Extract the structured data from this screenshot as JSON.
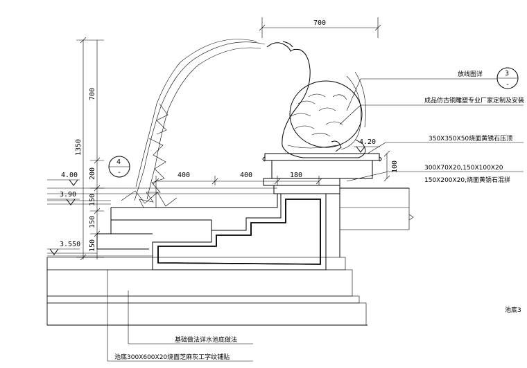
{
  "dimensions": {
    "top_width": "700",
    "sculpture_height": "700",
    "total_height": "1350",
    "base_height": "200",
    "step_a": "150",
    "step_b": "150",
    "step_c": "150",
    "pedestal_height": "100",
    "step_width_1": "400",
    "step_width_2": "400",
    "step_width_3": "180"
  },
  "elevations": {
    "el_400": "4.00",
    "el_390": "3.90",
    "el_355": "3.550",
    "el_420": "4.20"
  },
  "callouts": {
    "callout_3_top": "3",
    "callout_3_bottom": "-",
    "callout_4_top": "4",
    "callout_4_bottom": "-"
  },
  "notes": {
    "fountain": "放线图详",
    "swan": "成品仿古铜雕塑专业厂家定制及安装",
    "cap": "350X350X50烧面黄锈石压顶",
    "coping": "300X70X20,150X100X20",
    "coping2": "150X200X20,烧面黄锈石混拼",
    "base": "基础做法详水池底做法",
    "floor": "池底300X600X20烧面芝麻灰工字纹铺贴",
    "edge": "池底3"
  }
}
